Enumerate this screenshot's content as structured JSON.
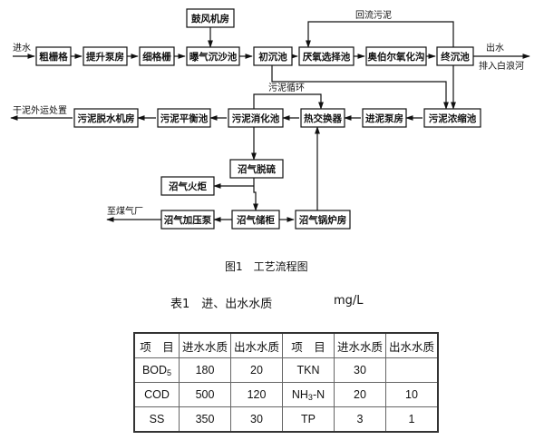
{
  "flowchart": {
    "nodes": {
      "coarse_screen": "粗栅格",
      "lift_pump": "提升泵房",
      "fine_screen": "细格栅",
      "aerated_grit": "曝气沉沙池",
      "blower_room": "鼓风机房",
      "primary_clarifier": "初沉池",
      "anoxic_selector": "厌氧选择池",
      "orbal_ditch": "奥伯尔氧化沟",
      "final_clarifier": "终沉池",
      "sludge_thickener": "污泥浓缩池",
      "sludge_feed_pump": "进泥泵房",
      "heat_exchanger": "热交换器",
      "digester": "污泥消化池",
      "sludge_balance": "污泥平衡池",
      "dewatering_room": "污泥脱水机房",
      "desulfurization": "沼气脱硫",
      "flare": "沼气火炬",
      "gas_holder": "沼气储柜",
      "gas_booster": "沼气加压泵",
      "boiler_room": "沼气锅炉房"
    },
    "labels": {
      "inflow": "进水",
      "outflow": "出水",
      "discharge": "排入白浪河",
      "return_sludge": "回流污泥",
      "sludge_recycle": "污泥循环",
      "dry_sludge": "干泥外运处置",
      "to_coal_gas": "至煤气厂"
    }
  },
  "figure_caption": "图1　工艺流程图",
  "table": {
    "title": "表1　进、出水水质",
    "unit": "mg/L",
    "header": [
      "项　目",
      "进水水质",
      "出水水质",
      "项　目",
      "进水水质",
      "出水水质"
    ],
    "rows": [
      {
        "p1": "BOD",
        "p1_sub": "5",
        "in1": "180",
        "out1": "20",
        "p2": "TKN",
        "p2_sub": "",
        "p2_suffix": "",
        "in2": "30",
        "out2": ""
      },
      {
        "p1": "COD",
        "p1_sub": "",
        "in1": "500",
        "out1": "120",
        "p2": "NH",
        "p2_sub": "3",
        "p2_suffix": "-N",
        "in2": "20",
        "out2": "10"
      },
      {
        "p1": "SS",
        "p1_sub": "",
        "in1": "350",
        "out1": "30",
        "p2": "TP",
        "p2_sub": "",
        "p2_suffix": "",
        "in2": "3",
        "out2": "1"
      }
    ]
  }
}
